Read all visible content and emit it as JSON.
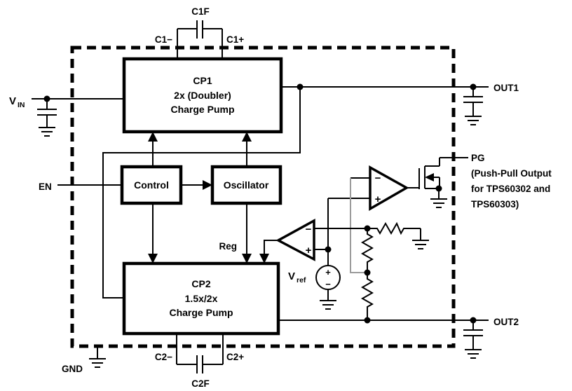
{
  "diagram": {
    "pins": {
      "vin_main": "V",
      "vin_sub": "IN",
      "en": "EN",
      "gnd": "GND",
      "out1": "OUT1",
      "out2": "OUT2",
      "pg": "PG",
      "pg_note1": "(Push-Pull Output",
      "pg_note2": "for TPS60302 and",
      "pg_note3": "TPS60303)"
    },
    "flying_caps": {
      "c1f": "C1F",
      "c1_minus": "C1−",
      "c1_plus": "C1+",
      "c2f": "C2F",
      "c2_minus": "C2−",
      "c2_plus": "C2+"
    },
    "blocks": {
      "cp1_l1": "CP1",
      "cp1_l2": "2x (Doubler)",
      "cp1_l3": "Charge Pump",
      "cp2_l1": "CP2",
      "cp2_l2": "1.5x/2x",
      "cp2_l3": "Charge Pump",
      "control": "Control",
      "oscillator": "Oscillator"
    },
    "signals": {
      "reg": "Reg",
      "vref_main": "V",
      "vref_sub": "ref",
      "comp1_minus": "−",
      "comp1_plus": "+",
      "comp2_minus": "−",
      "comp2_plus": "+",
      "vsrc_plus": "+",
      "vsrc_minus": "−"
    },
    "colors": {
      "line": "#000000",
      "feedback_gray": "#9b9b9b",
      "background": "#ffffff"
    }
  }
}
